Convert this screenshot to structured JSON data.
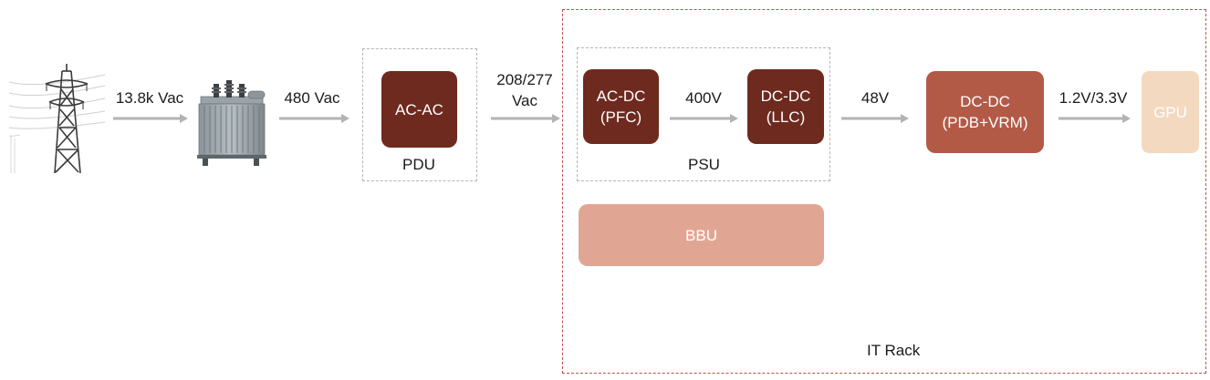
{
  "colors": {
    "dark_block": "#6e2a1e",
    "mid_block": "#b35a47",
    "bbu_block": "#e1a693",
    "gpu_block": "#f3d9bf",
    "arrow": "#b3b3b3",
    "rack_border": "#c0504d",
    "group_border": "#b5b5b5"
  },
  "icons": {
    "tower": "power-transmission-tower-icon",
    "transformer": "utility-transformer-icon"
  },
  "labels": {
    "grid_voltage": "13.8k Vac",
    "transformer_out": "480 Vac",
    "pdu_out_line1": "208/277",
    "pdu_out_line2": "Vac",
    "pfc_out": "400V",
    "psu_out": "48V",
    "vrm_out": "1.2V/3.3V"
  },
  "blocks": {
    "ac_ac": {
      "line1": "AC-AC"
    },
    "ac_dc": {
      "line1": "AC-DC",
      "line2": "(PFC)"
    },
    "dc_dc_llc": {
      "line1": "DC-DC",
      "line2": "(LLC)"
    },
    "dc_dc_pdb": {
      "line1": "DC-DC",
      "line2": "(PDB+VRM)"
    },
    "gpu": {
      "line1": "GPU"
    },
    "bbu": {
      "line1": "BBU"
    }
  },
  "groups": {
    "pdu": "PDU",
    "psu": "PSU",
    "it_rack": "IT Rack"
  }
}
